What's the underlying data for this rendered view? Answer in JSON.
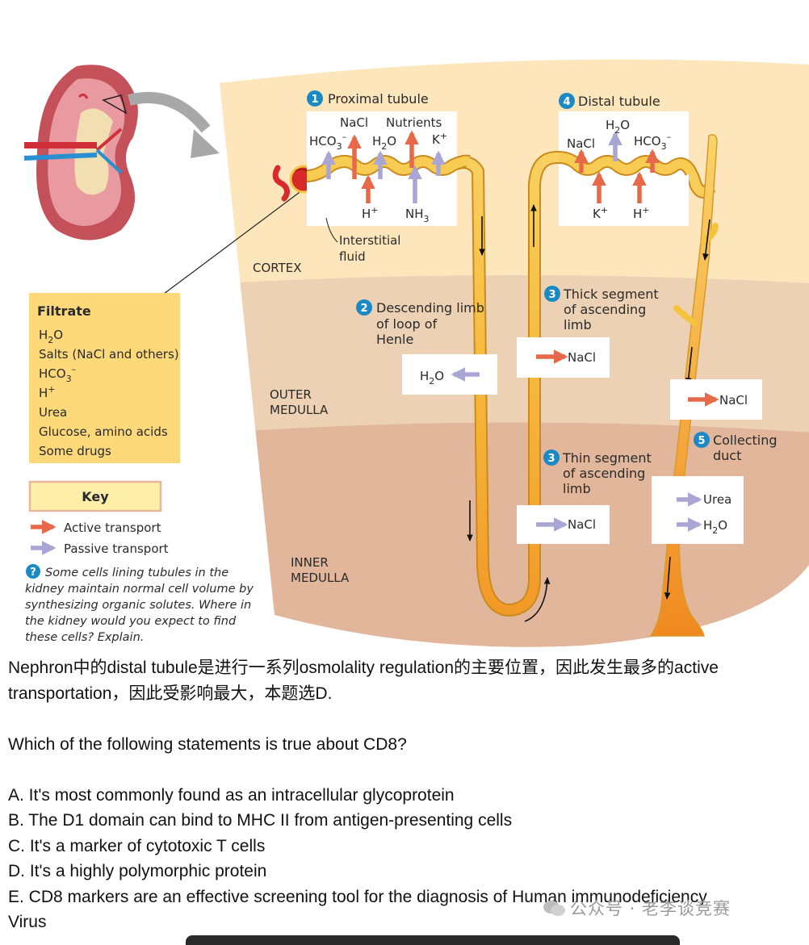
{
  "diagram": {
    "stages": {
      "proximal": {
        "number": "1",
        "title": "Proximal tubule"
      },
      "descending": {
        "number": "2",
        "title_lines": [
          "Descending limb",
          "of loop of",
          "Henle"
        ]
      },
      "thick": {
        "number": "3",
        "title_lines": [
          "Thick segment",
          "of ascending",
          "limb"
        ]
      },
      "distal": {
        "number": "4",
        "title": "Distal tubule"
      },
      "thin": {
        "number": "3",
        "title_lines": [
          "Thin segment",
          "of ascending",
          "limb"
        ]
      },
      "collecting": {
        "number": "5",
        "title_lines": [
          "Collecting",
          "duct"
        ]
      }
    },
    "proximal_labels": {
      "nacl": "NaCl",
      "nutrients": "Nutrients",
      "hco3": "HCO",
      "h2o": "H",
      "k": "K",
      "h": "H",
      "nh3": "NH"
    },
    "distal_labels": {
      "h2o": "H",
      "nacl": "NaCl",
      "hco3": "HCO",
      "k": "K",
      "h": "H"
    },
    "interstitial_lines": [
      "Interstitial",
      "fluid"
    ],
    "regions": {
      "cortex": "CORTEX",
      "outer_lines": [
        "OUTER",
        "MEDULLA"
      ],
      "inner_lines": [
        "INNER",
        "MEDULLA"
      ]
    },
    "box_labels": {
      "desc_h2o": "H",
      "thick_nacl": "NaCl",
      "collect_nacl": "NaCl",
      "thin_nacl": "NaCl",
      "collect_urea": "Urea",
      "collect_h2o": "H"
    },
    "filtrate": {
      "title": "Filtrate",
      "h2o": "H",
      "salts": "Salts (NaCl and others)",
      "hco3": "HCO",
      "h": "H",
      "urea": "Urea",
      "glucose": "Glucose, amino acids",
      "drugs": "Some drugs"
    },
    "key": {
      "title": "Key",
      "active": "Active transport",
      "passive": "Passive transport"
    },
    "question": {
      "mark": "?",
      "lines": [
        "Some cells lining tubules in the",
        "kidney maintain normal cell volume by",
        "synthesizing organic solutes. Where in",
        "the kidney would you expect to find",
        "these cells? Explain."
      ]
    },
    "colors": {
      "active": "#e8694a",
      "passive": "#a9a6d6",
      "tubule": "#f6c33f",
      "filtrate_box": "#fdd97a",
      "badge": "#1b8ac4"
    }
  },
  "article": {
    "explain_line1": "Nephron中的distal tubule是进行一系列osmolality regulation的主要位置，因此发生最多的active",
    "explain_line2": "transportation，因此受影响最大，本题选D.",
    "question": "Which of the following statements is true about CD8?",
    "options": [
      "A. It's most commonly found as an intracellular glycoprotein",
      "B. The D1 domain can bind to MHC II from antigen-presenting cells",
      "C. It's a marker of cytotoxic T cells",
      "D. It's a highly polymorphic protein",
      "E. CD8 markers are an effective screening tool for the diagnosis of Human immunodeficiency",
      "Virus"
    ]
  },
  "watermark": "公众号 · 老李谈竞赛"
}
